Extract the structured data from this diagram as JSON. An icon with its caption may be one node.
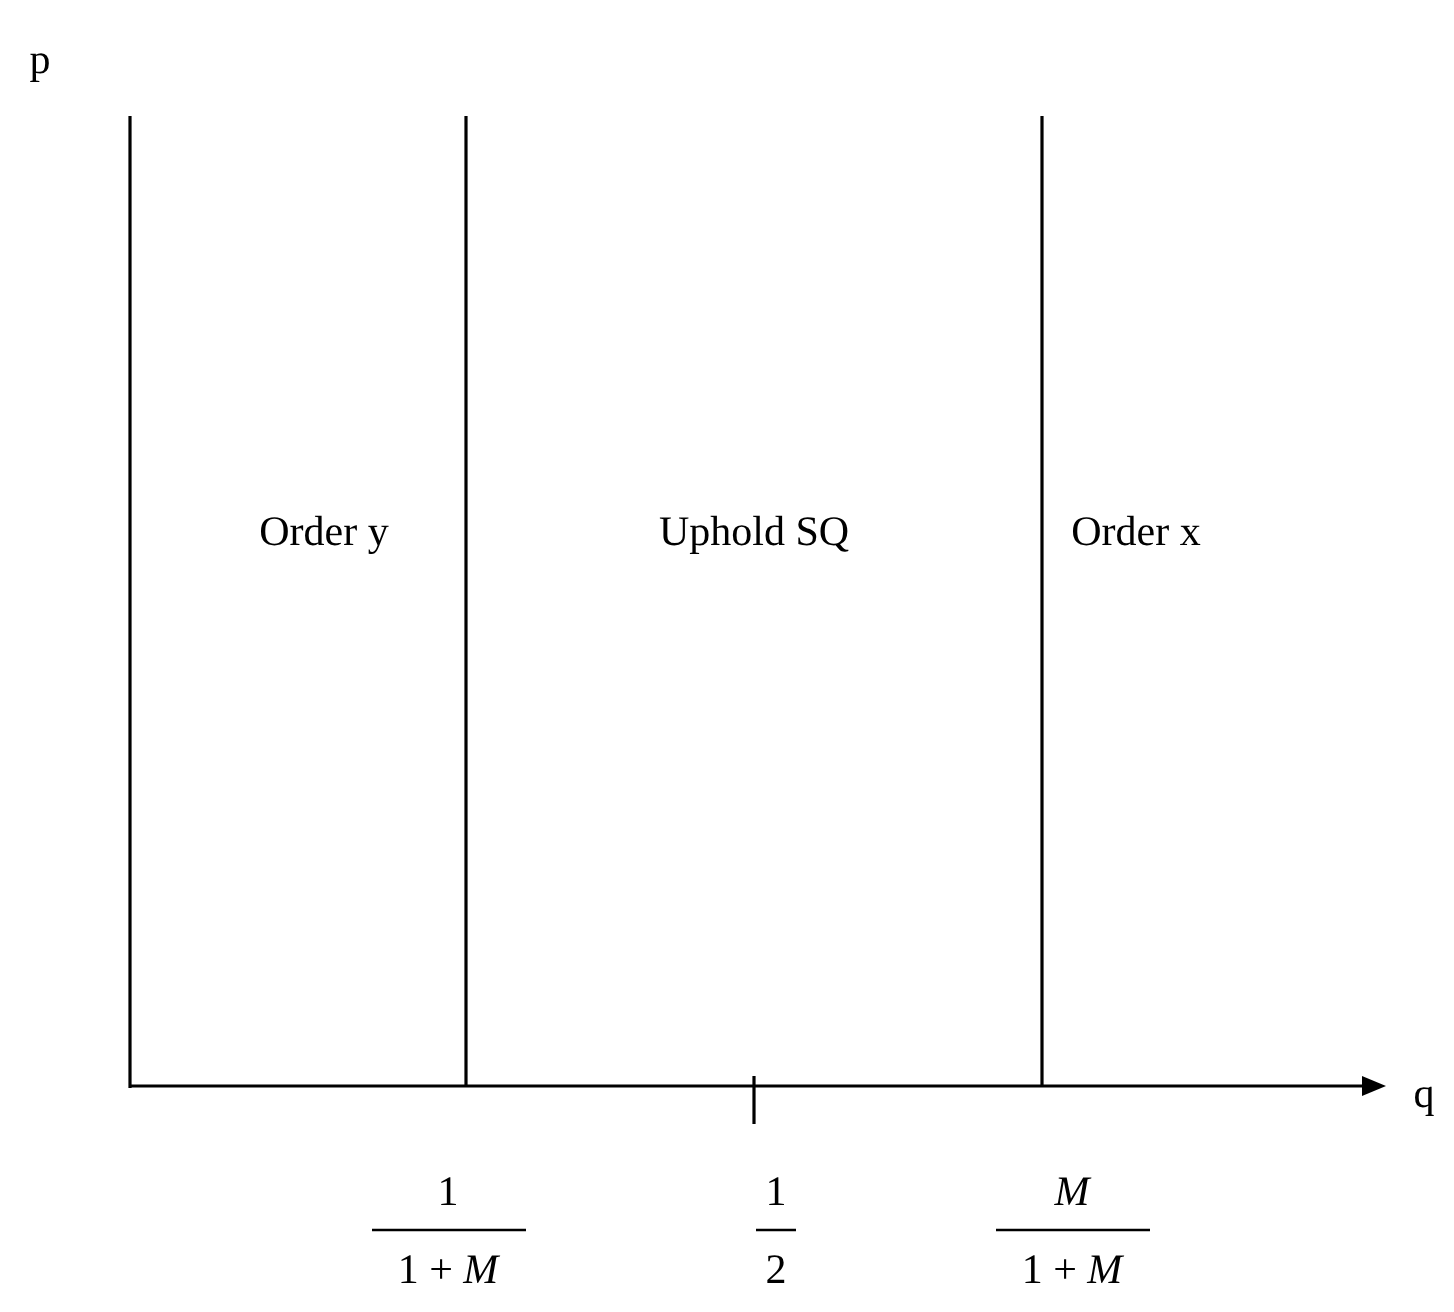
{
  "diagram": {
    "labels": [
      "p",
      "Order y",
      "Uphold SQ",
      "Order x",
      "q",
      "1",
      "1 + *M*",
      "1",
      "2",
      "*M*",
      "1 + *M*"
    ]
  }
}
